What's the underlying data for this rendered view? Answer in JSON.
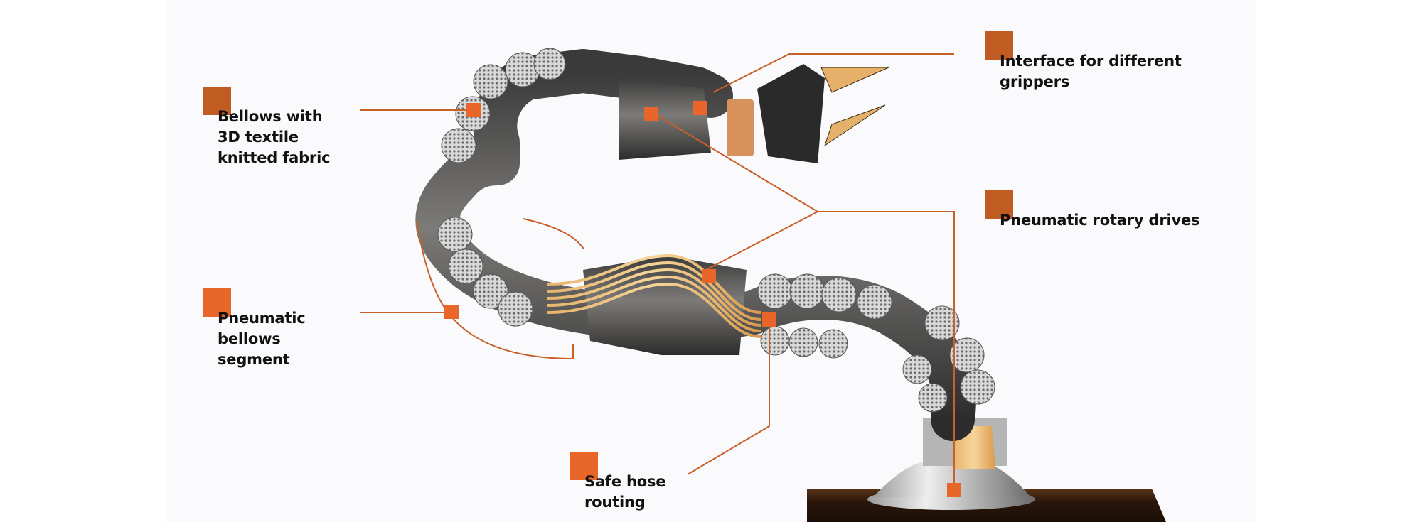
{
  "diagram": {
    "subject": "Bionic soft robotic arm with pneumatic bellows and gripper",
    "accent_color": "#e8662a",
    "label_square_color": "#c05c22",
    "leader_color": "#c8602a",
    "background_color": "#fafafc"
  },
  "labels": [
    {
      "id": "bellows-fabric",
      "text": "Bellows with\n3D textile\nknitted fabric"
    },
    {
      "id": "gripper-interface",
      "text": "Interface for different\ngrippers"
    },
    {
      "id": "rotary-drives",
      "text": "Pneumatic rotary drives"
    },
    {
      "id": "bellows-segment",
      "text": "Pneumatic\nbellows\nsegment"
    },
    {
      "id": "hose-routing",
      "text": "Safe hose\nrouting"
    }
  ]
}
